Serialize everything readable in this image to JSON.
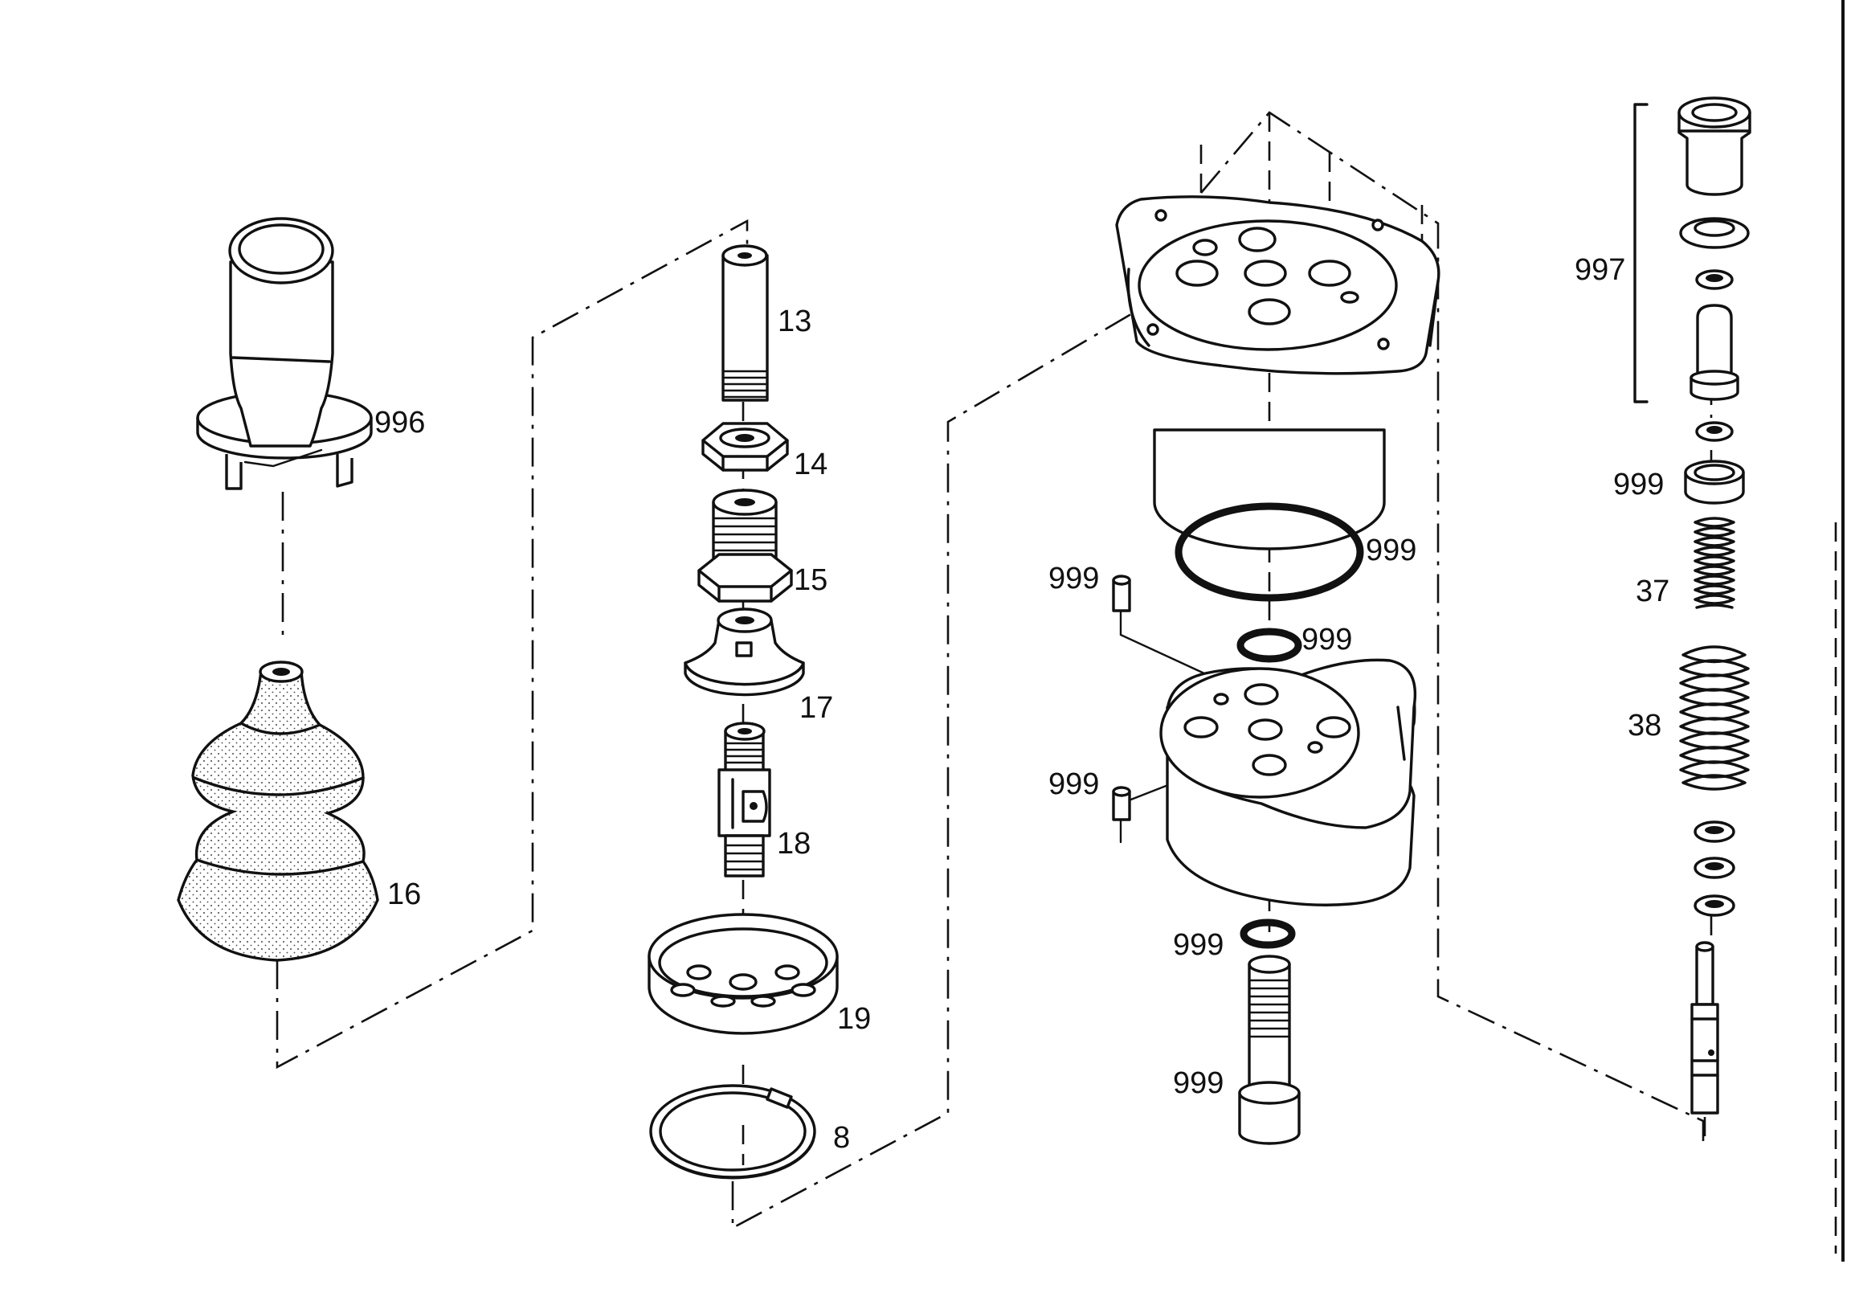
{
  "parts": {
    "knob": "996",
    "boot": "16",
    "stem": "13",
    "nut": "14",
    "adapter": "15",
    "cone": "17",
    "joint": "18",
    "cup": "19",
    "snap_ring": "8",
    "kit": "997",
    "seal_upper": "999",
    "spring_small": "37",
    "spring_large": "38",
    "housing_oring": "999",
    "pin_upper": "999",
    "small_oring": "999",
    "pin_lower": "999",
    "bottom_oring": "999",
    "screw": "999"
  }
}
